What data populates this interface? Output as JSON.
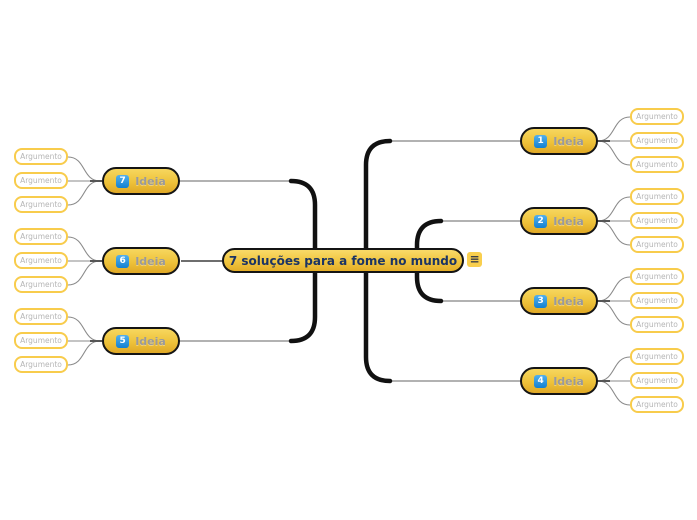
{
  "central": {
    "label": "7 soluções para a fome no mundo",
    "menu_icon": "≡"
  },
  "ideas": [
    {
      "number": "1",
      "label": "Ideia",
      "side": "right",
      "arguments": [
        "Argumento",
        "Argumento",
        "Argumento"
      ]
    },
    {
      "number": "2",
      "label": "Ideia",
      "side": "right",
      "arguments": [
        "Argumento",
        "Argumento",
        "Argumento"
      ]
    },
    {
      "number": "3",
      "label": "Ideia",
      "side": "right",
      "arguments": [
        "Argumento",
        "Argumento",
        "Argumento"
      ]
    },
    {
      "number": "4",
      "label": "Ideia",
      "side": "right",
      "arguments": [
        "Argumento",
        "Argumento",
        "Argumento"
      ]
    },
    {
      "number": "5",
      "label": "Ideia",
      "side": "left",
      "arguments": [
        "Argumento",
        "Argumento",
        "Argumento"
      ]
    },
    {
      "number": "6",
      "label": "Ideia",
      "side": "left",
      "arguments": [
        "Argumento",
        "Argumento",
        "Argumento"
      ]
    },
    {
      "number": "7",
      "label": "Ideia",
      "side": "left",
      "arguments": [
        "Argumento",
        "Argumento",
        "Argumento"
      ]
    }
  ],
  "colors": {
    "background": "#ffffff",
    "node_fill_top": "#f7d75f",
    "node_fill_bottom": "#dfa826",
    "node_border": "#141414",
    "badge_blue": "#1280d2",
    "argument_border": "#f8cc4c",
    "argument_text": "#b6b6b6",
    "idea_label_text": "#9a9a9c",
    "central_text": "#1b3464",
    "connector_thick": "#111111",
    "connector_thin": "#858585"
  }
}
